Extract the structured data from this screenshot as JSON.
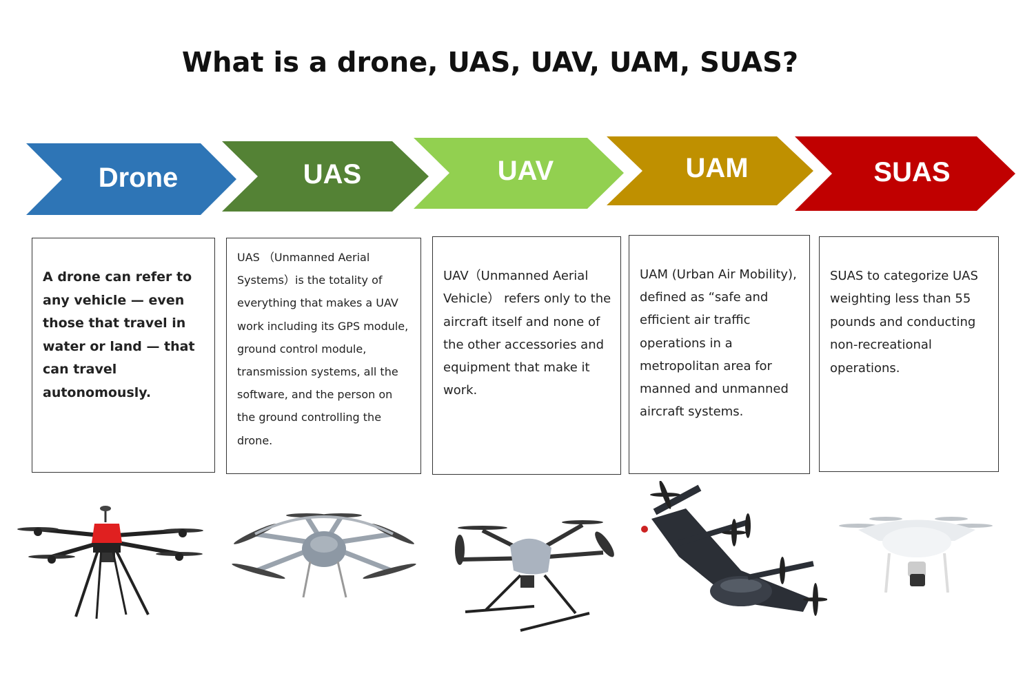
{
  "title": "What is a drone, UAS, UAV, UAM, SUAS?",
  "colors": {
    "drone": "#2e75b6",
    "uas": "#548235",
    "uav": "#92d050",
    "uam": "#bf9000",
    "suas": "#c00000"
  },
  "arrows": [
    {
      "label": "Drone"
    },
    {
      "label": "UAS"
    },
    {
      "label": "UAV"
    },
    {
      "label": "UAM"
    },
    {
      "label": "SUAS"
    }
  ],
  "boxes": [
    {
      "text": "A drone can refer to any vehicle — even those that travel in water or land — that can travel autonomously."
    },
    {
      "text": "UAS （Unmanned Aerial Systems）is the totality of everything that makes a UAV work including its GPS module, ground control module, transmission systems, all the software, and the person on the ground controlling the drone."
    },
    {
      "text": "UAV（Unmanned Aerial Vehicle） refers only to the aircraft itself and none of the other accessories and equipment that make it work."
    },
    {
      "text": "UAM (Urban Air Mobility), defined as “safe and efficient air traffic operations in a metropolitan area for manned and unmanned aircraft systems."
    },
    {
      "text": "SUAS to categorize UAS weighting less than 55 pounds and conducting non-recreational operations."
    }
  ]
}
